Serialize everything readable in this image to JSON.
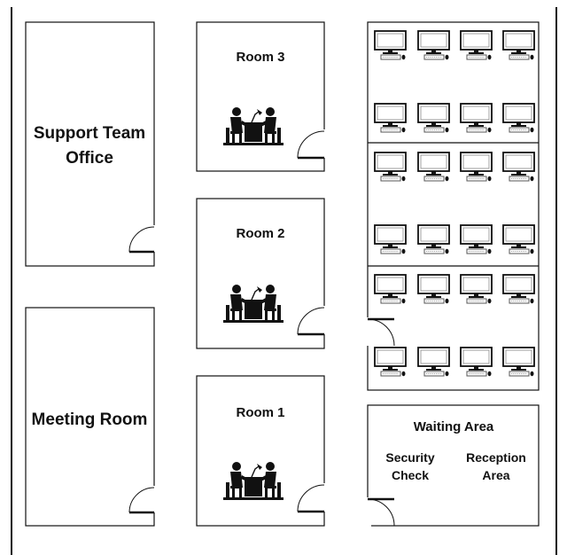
{
  "floor_plan": {
    "rooms": {
      "support_office": {
        "line1": "Support Team",
        "line2": "Office"
      },
      "meeting_room": {
        "label": "Meeting Room"
      },
      "room3": {
        "label": "Room 3"
      },
      "room2": {
        "label": "Room 2"
      },
      "room1": {
        "label": "Room 1"
      },
      "waiting_area": {
        "label": "Waiting Area",
        "security_line1": "Security",
        "security_line2": "Check",
        "reception_line1": "Reception",
        "reception_line2": "Area"
      }
    },
    "workstation_grid": {
      "sections": 3,
      "rows_per_section": 2,
      "columns": 4
    },
    "colors": {
      "wall": "#111111",
      "background": "#ffffff",
      "icon": "#111111"
    }
  }
}
